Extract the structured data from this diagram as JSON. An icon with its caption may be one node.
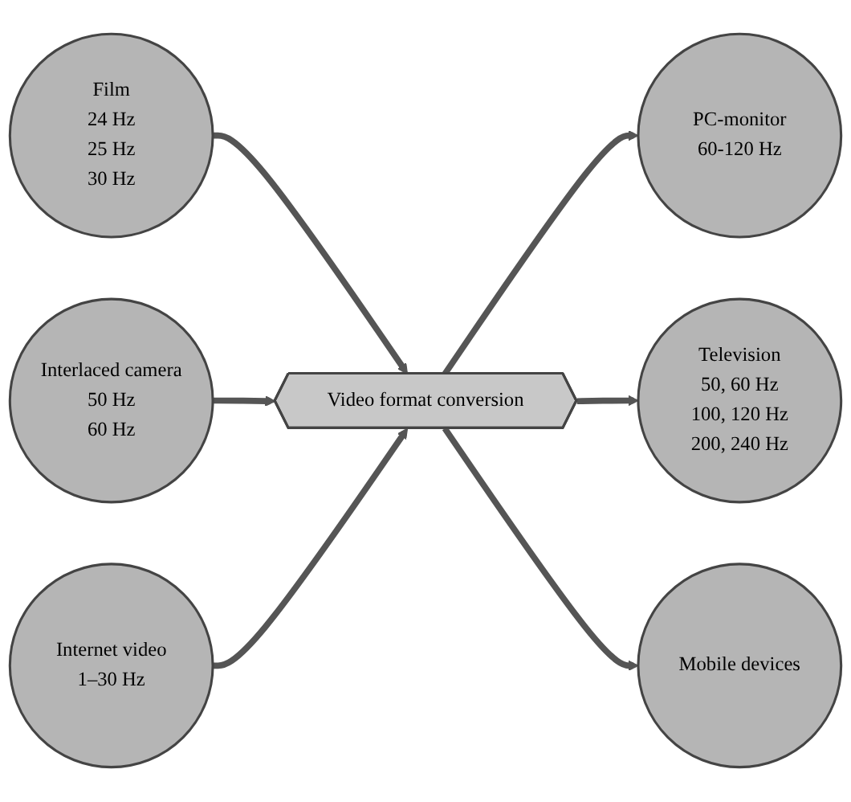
{
  "diagram": {
    "nodes": [
      {
        "text": [
          "Film",
          "24 Hz",
          "25 Hz",
          "30 Hz"
        ]
      },
      {
        "text": [
          "Interlaced camera",
          "50 Hz",
          "60 Hz"
        ]
      },
      {
        "text": [
          "Internet video",
          "1–30 Hz"
        ]
      },
      {
        "text": [
          "Video format conversion"
        ]
      },
      {
        "text": [
          "PC-monitor",
          "60-120 Hz"
        ]
      },
      {
        "text": [
          "Television",
          "50, 60 Hz",
          "100, 120 Hz",
          "200, 240 Hz"
        ]
      },
      {
        "text": [
          "Mobile devices"
        ]
      }
    ],
    "edges": [
      {
        "from": 0,
        "to": 3,
        "arrow": "to"
      },
      {
        "from": 1,
        "to": 3,
        "arrow": "to"
      },
      {
        "from": 2,
        "to": 3,
        "arrow": "to"
      },
      {
        "from": 3,
        "to": 4,
        "arrow": "to"
      },
      {
        "from": 3,
        "to": 5,
        "arrow": "to"
      },
      {
        "from": 3,
        "to": 6,
        "arrow": "to"
      }
    ]
  }
}
